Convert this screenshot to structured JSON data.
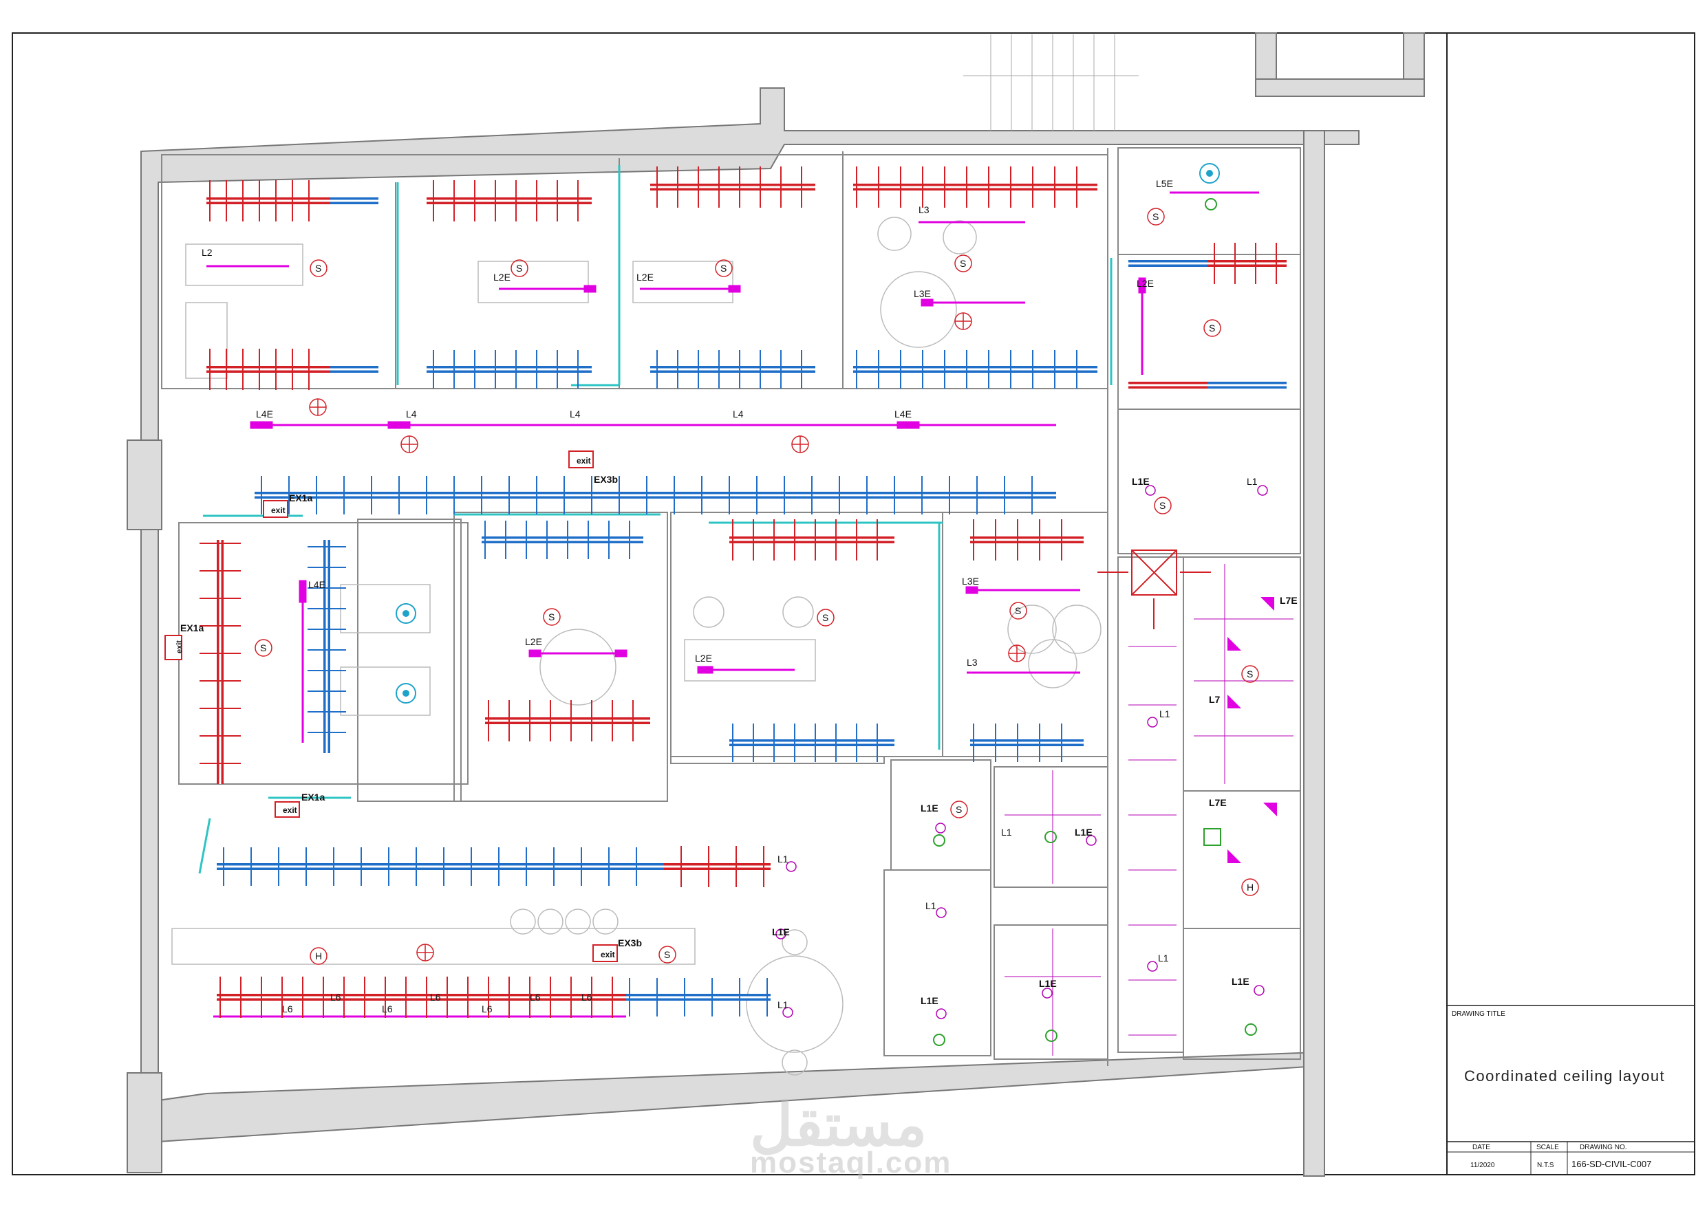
{
  "title_block": {
    "drawing_title_caption": "DRAWING TITLE",
    "drawing_title": "Coordinated ceiling layout",
    "date_caption": "DATE",
    "scale_caption": "SCALE",
    "drawing_no_caption": "DRAWING NO.",
    "date": "11/2020",
    "scale": "N.T.S",
    "drawing_no": "166-SD-CIVIL-C007"
  },
  "watermark": {
    "arabic": "مستقل",
    "latin": "mostaql.com"
  },
  "colors": {
    "supply": "#d32027",
    "return": "#1f6fc9",
    "linear_light": "#e100e1",
    "partition": "#2ec4c4",
    "wall": "#9a9a9a"
  },
  "labels": {
    "L1": "L1",
    "L1E": "L1E",
    "L2": "L2",
    "L2E": "L2E",
    "L3": "L3",
    "L3E": "L3E",
    "L4": "L4",
    "L4E": "L4E",
    "L5E": "L5E",
    "L6": "L6",
    "L7": "L7",
    "L7E": "L7E",
    "EX1a": "EX1a",
    "EX3b": "EX3b",
    "S": "S",
    "H": "H",
    "exit": "exit"
  }
}
